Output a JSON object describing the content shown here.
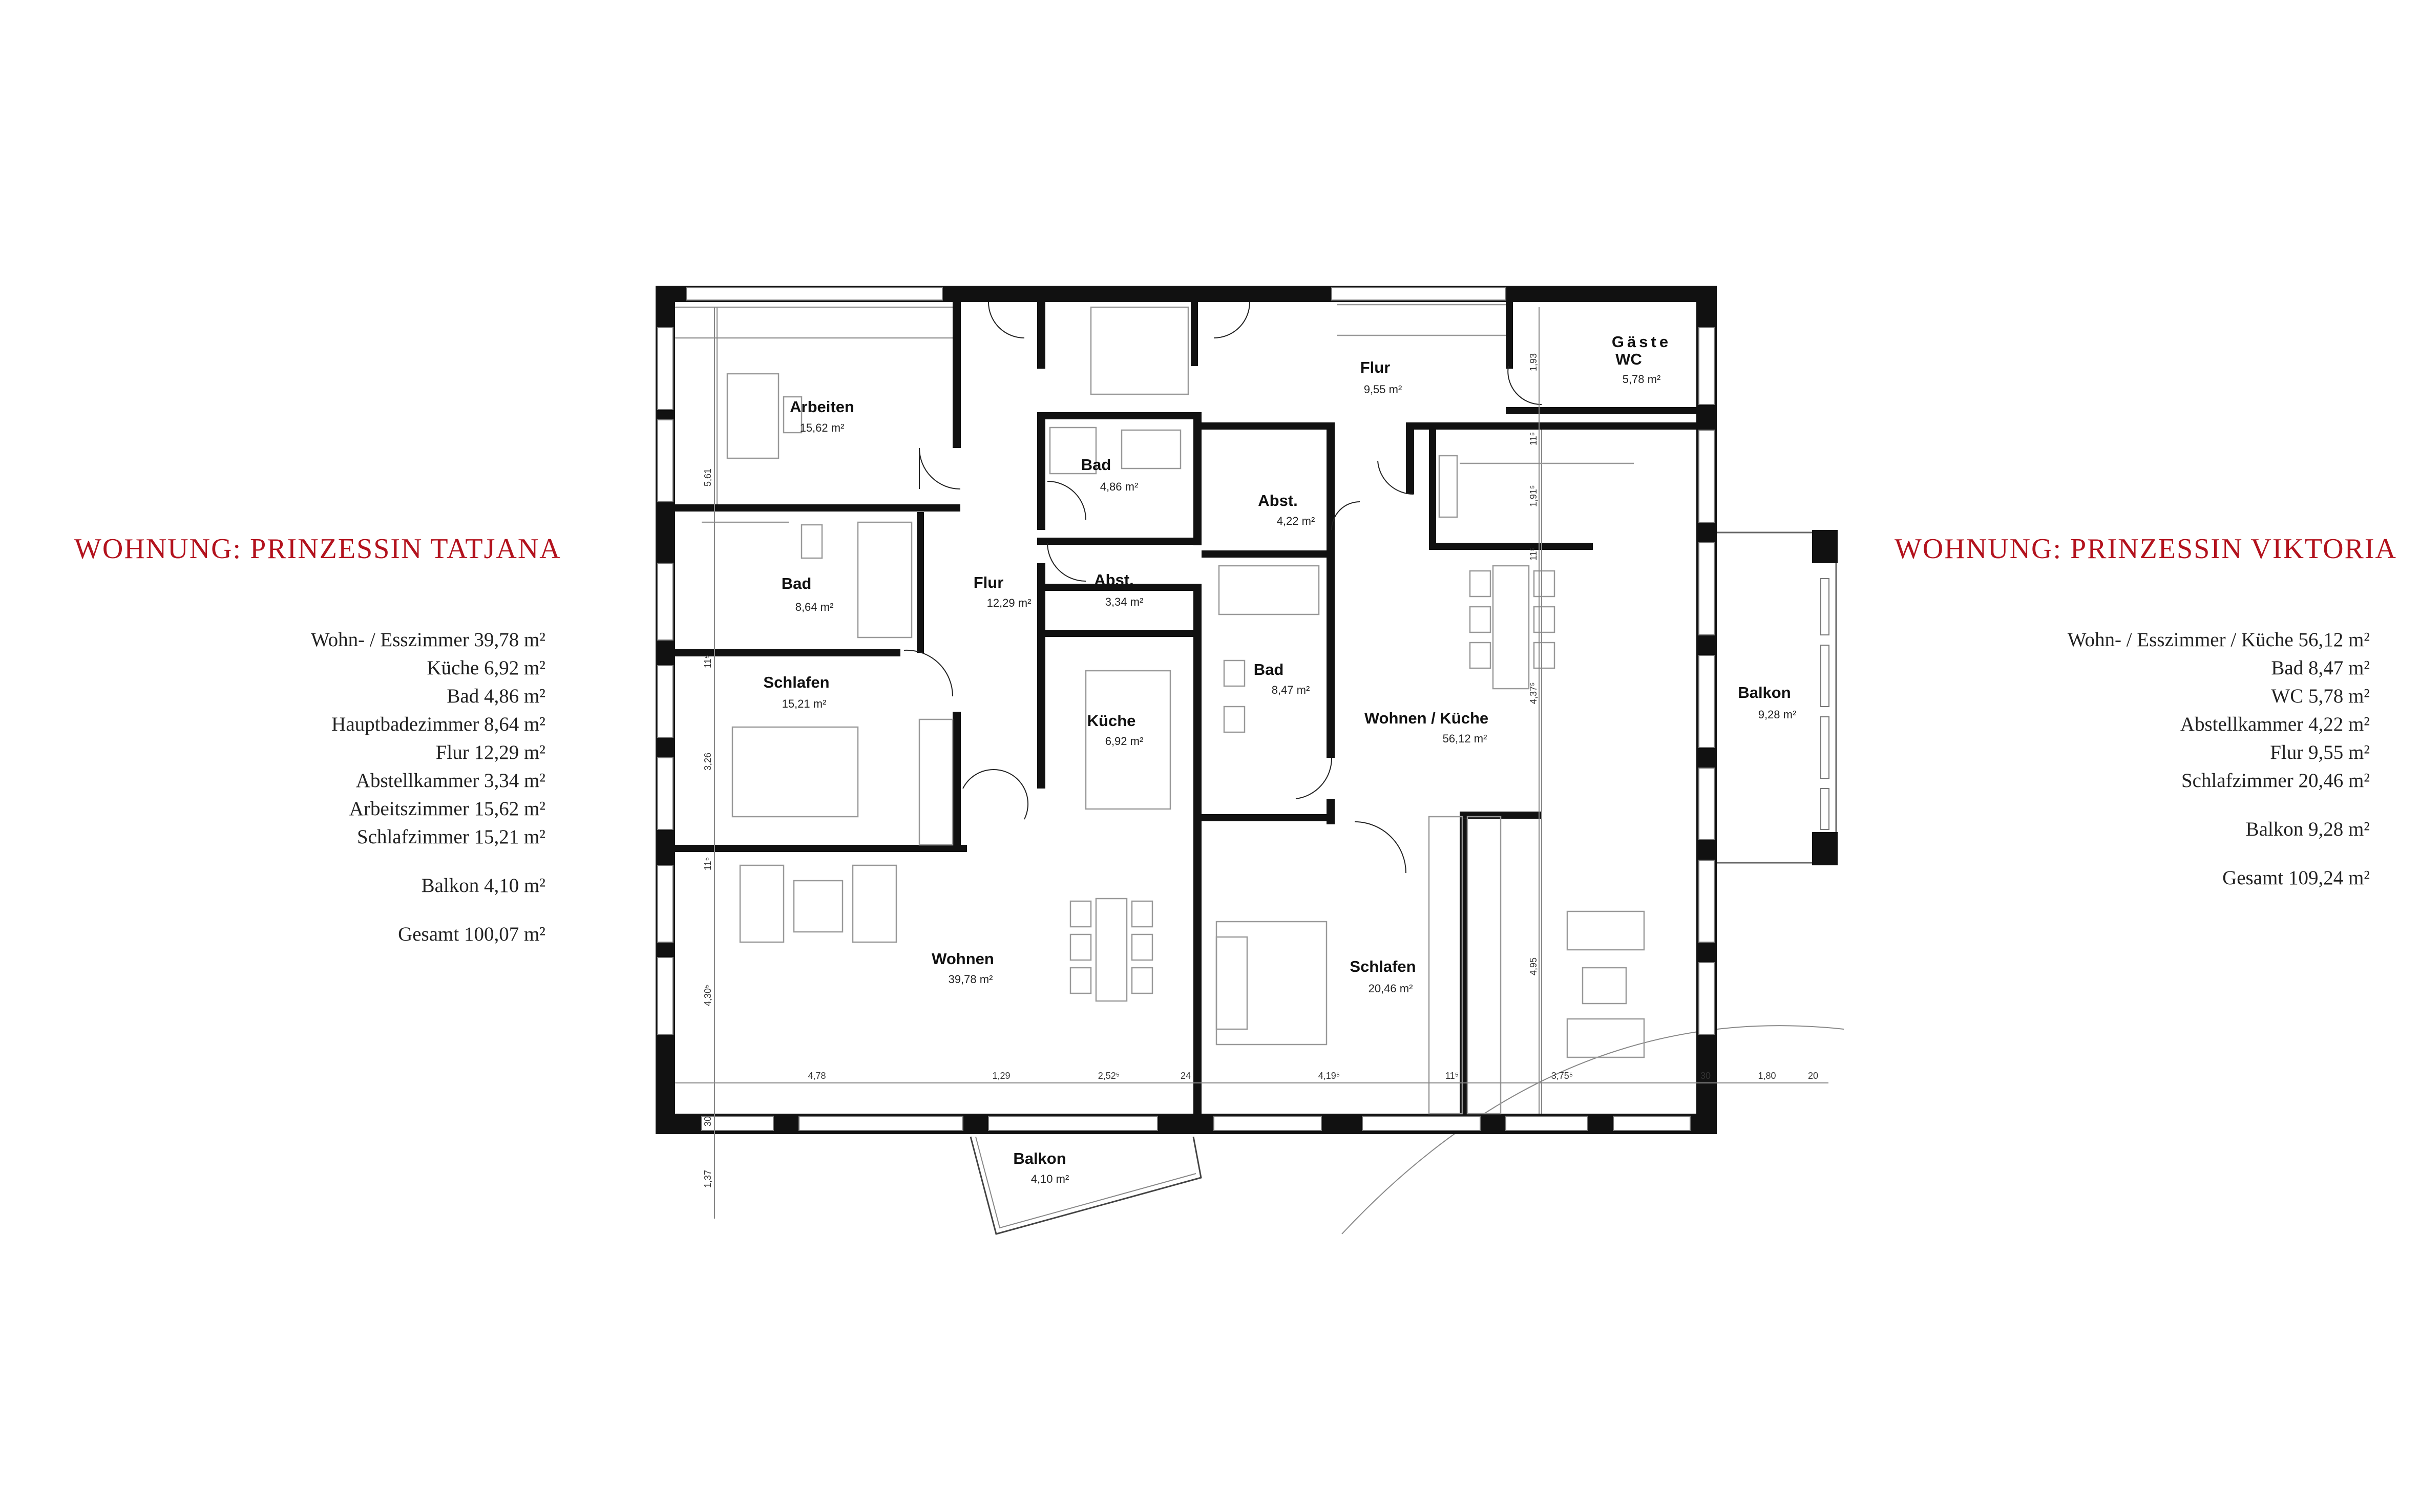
{
  "tatjana": {
    "title": "WOHNUNG: PRINZESSIN TATJANA",
    "items": [
      "Wohn- / Esszimmer 39,78 m²",
      "Küche 6,92 m²",
      "Bad 4,86 m²",
      "Hauptbadezimmer 8,64 m²",
      "Flur 12,29 m²",
      "Abstellkammer 3,34 m²",
      "Arbeitszimmer 15,62 m²",
      "Schlafzimmer 15,21 m²"
    ],
    "balcony": "Balkon 4,10 m²",
    "total": "Gesamt 100,07 m²"
  },
  "viktoria": {
    "title": "WOHNUNG: PRINZESSIN VIKTORIA",
    "items": [
      "Wohn- / Esszimmer / Küche 56,12 m²",
      "Bad 8,47 m²",
      "WC 5,78 m²",
      "Abstellkammer 4,22 m²",
      "Flur 9,55 m²",
      "Schlafzimmer 20,46 m²"
    ],
    "balcony": "Balkon 9,28 m²",
    "total": "Gesamt 109,24 m²"
  },
  "rooms": {
    "arbeiten": {
      "name": "Arbeiten",
      "area": "15,62 m²"
    },
    "bad_t1": {
      "name": "Bad",
      "area": "8,64 m²"
    },
    "schlafen_t": {
      "name": "Schlafen",
      "area": "15,21 m²"
    },
    "flur_t": {
      "name": "Flur",
      "area": "12,29 m²"
    },
    "bad_t2": {
      "name": "Bad",
      "area": "4,86 m²"
    },
    "abst_t": {
      "name": "Abst.",
      "area": "3,34 m²"
    },
    "kueche_t": {
      "name": "Küche",
      "area": "6,92 m²"
    },
    "wohnen_t": {
      "name": "Wohnen",
      "area": "39,78 m²"
    },
    "balkon_t": {
      "name": "Balkon",
      "area": "4,10 m²"
    },
    "flur_v": {
      "name": "Flur",
      "area": "9,55 m²"
    },
    "gaeste_wc": {
      "name": "Gäste",
      "name2": "WC",
      "area": "5,78 m²"
    },
    "abst_v": {
      "name": "Abst.",
      "area": "4,22 m²"
    },
    "bad_v": {
      "name": "Bad",
      "area": "8,47 m²"
    },
    "wohnen_v": {
      "name": "Wohnen / Küche",
      "area": "56,12 m²"
    },
    "schlafen_v": {
      "name": "Schlafen",
      "area": "20,46 m²"
    },
    "balkon_v": {
      "name": "Balkon",
      "area": "9,28 m²"
    }
  },
  "dimensions": {
    "d1": "4,78",
    "d2": "1,29",
    "d3": "2,52⁵",
    "d4": "24",
    "d5": "4,19⁵",
    "d6": "11⁵",
    "d7": "3,75⁵",
    "d8": "30",
    "d9": "1,80",
    "d10": "20",
    "v1": "5,61",
    "v2": "11⁵",
    "v3": "3,26",
    "v4": "11⁵",
    "v5": "4,30⁵",
    "v6": "30",
    "v7": "1,37",
    "v8": "1,93",
    "v9": "11⁵",
    "v10": "1,91⁵",
    "v11": "11⁵",
    "v12": "4,37⁵",
    "v13": "4,95"
  }
}
